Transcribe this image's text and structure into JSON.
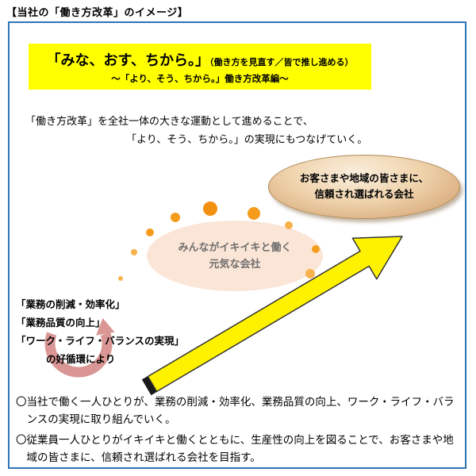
{
  "page": {
    "title": "【当社の「働き方改革」のイメージ】"
  },
  "banner": {
    "main": "「みな、おす、ちから。」",
    "note": "（働き方を見直す／皆で推し進める）",
    "sub": "～「より、そう、ちから。」働き方改革編～"
  },
  "intro": {
    "line1": "「働き方改革」を全社一体の大きな運動として進めることで、",
    "line2": "「より、そう、ちから。」の実現にもつなげていく。"
  },
  "goal": {
    "line1": "お客さまや地域の皆さまに、",
    "line2": "信頼され選ばれる会社"
  },
  "middle": {
    "line1": "みんながイキイキと働く",
    "line2": "元気な会社"
  },
  "cycle": {
    "line1": "「業務の削減・効率化」",
    "line2": "「業務品質の向上」",
    "line3": "「ワーク・ライフ・バランスの実現」",
    "line4": "の好循環により"
  },
  "bullets": [
    "〇当社で働く一人ひとりが、業務の削減・効率化、業務品質の向上、ワーク・ライフ・バランスの実現に取り組んでいく。",
    "〇従業員一人ひとりがイキイキと働くとともに、生産性の向上を図ることで、お客さまや地域の皆さまに、信頼され選ばれる会社を目指す。"
  ],
  "colors": {
    "banner_bg": "#FFFF00",
    "frame_border": "#2E75B6",
    "goal_fill": "#E8C493",
    "mid_fill": "#FBE5D6",
    "dot_orange": "#F59C1D",
    "arrow_yellow": "#FFF200",
    "swirl_pink": "#D99694"
  }
}
